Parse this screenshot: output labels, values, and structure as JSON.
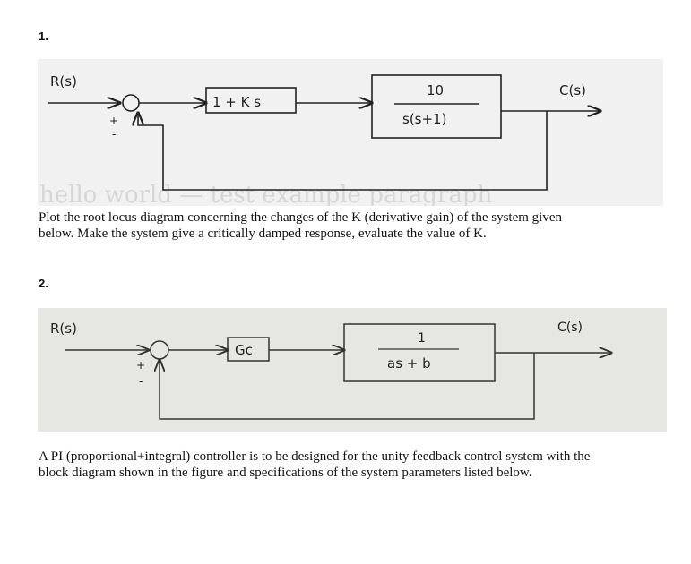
{
  "problem1": {
    "number": "1.",
    "diagram": {
      "input_label": "R(s)",
      "output_label": "C(s)",
      "sum_plus": "+",
      "sum_minus": "-",
      "controller": "1 + K s",
      "plant_num": "10",
      "plant_den": "s(s+1)"
    },
    "text_line1": "Plot the root locus diagram concerning the changes of the K (derivative gain) of the system given",
    "text_line2": "below. Make the system give a critically damped response, evaluate the value of K."
  },
  "problem2": {
    "number": "2.",
    "diagram": {
      "input_label": "R(s)",
      "output_label": "C(s)",
      "sum_plus": "+",
      "sum_minus": "-",
      "controller": "Gc",
      "plant_num": "1",
      "plant_den": "as + b"
    },
    "text_line1": "A PI (proportional+integral) controller is to be designed for the unity feedback control system with the",
    "text_line2": "block diagram shown in the figure and specifications of the system parameters listed below."
  }
}
